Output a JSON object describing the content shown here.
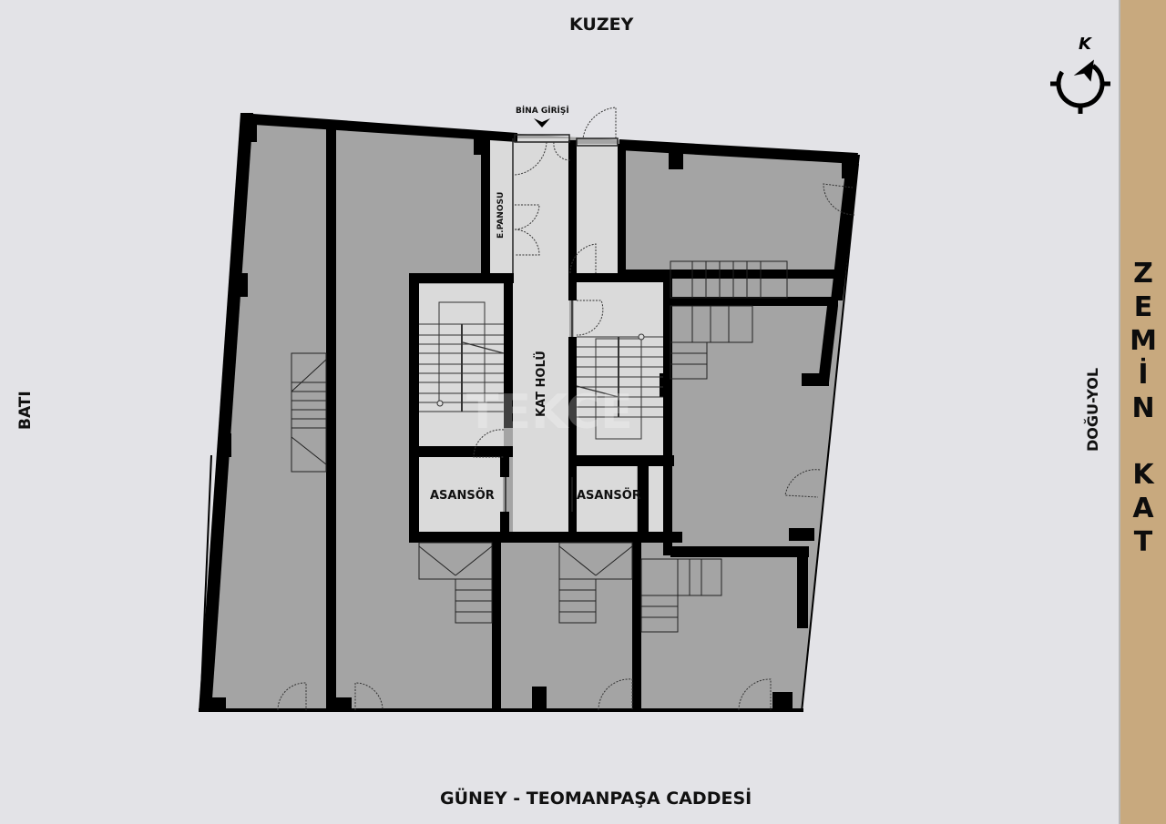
{
  "directions": {
    "north": "KUZEY",
    "south": "GÜNEY - TEOMANPAŞA CADDESİ",
    "west": "BATI",
    "east": "DOĞU-YOL"
  },
  "compass": {
    "letter": "K",
    "icon": "compass-north-icon"
  },
  "sidebar": {
    "title": "ZEMİN KAT",
    "letters": [
      "Z",
      "E",
      "M",
      "İ",
      "N",
      "",
      "K",
      "A",
      "T"
    ],
    "background": "#c8a97e"
  },
  "plan": {
    "entrance_label": "BİNA GİRİŞİ",
    "electrical_panel_label": "E.PANOSU",
    "hall_label": "KAT HOLÜ",
    "elevator_left_label": "ASANSÖR",
    "elevator_right_label": "ASANSÖR",
    "watermark": "TEKCE"
  },
  "colors": {
    "background": "#e3e3e7",
    "shop_fill": "#a4a4a4",
    "core_fill": "#dadada",
    "wall": "#000000",
    "sidebar": "#c8a97e"
  }
}
